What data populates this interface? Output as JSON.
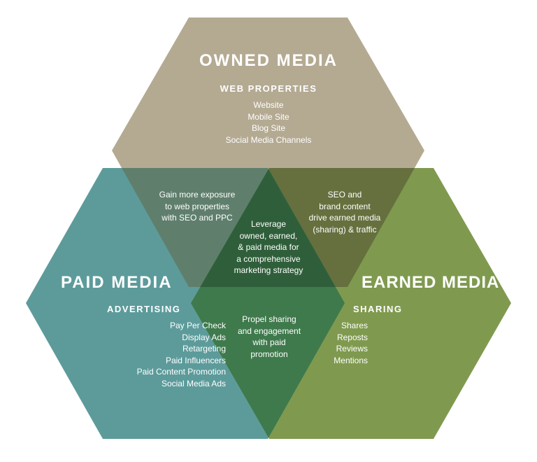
{
  "colors": {
    "owned": "#b4aa92",
    "paid": "#5d9b9b",
    "earned": "#7f9a4f",
    "owned_paid_overlap": "#5f7f6c",
    "owned_earned_overlap": "#65703e",
    "paid_earned_overlap": "#3f7a4c",
    "center_overlap": "#2f5f3a"
  },
  "owned": {
    "title": "OWNED MEDIA",
    "subtitle": "WEB PROPERTIES",
    "items": [
      "Website",
      "Mobile Site",
      "Blog Site",
      "Social Media Channels"
    ]
  },
  "paid": {
    "title": "PAID MEDIA",
    "subtitle": "ADVERTISING",
    "items": [
      "Pay Per Check",
      "Display Ads",
      "Retargeting",
      "Paid Influencers",
      "Paid Content Promotion",
      "Social Media Ads"
    ]
  },
  "earned": {
    "title": "EARNED MEDIA",
    "subtitle": "SHARING",
    "items": [
      "Shares",
      "Reposts",
      "Reviews",
      "Mentions"
    ]
  },
  "overlaps": {
    "owned_paid": [
      "Gain more exposure",
      "to web properties",
      "with SEO and PPC"
    ],
    "owned_earned": [
      "SEO and",
      "brand content",
      "drive earned media",
      "(sharing) & traffic"
    ],
    "paid_earned": [
      "Propel sharing",
      "and engagement",
      "with paid",
      "promotion"
    ],
    "center": [
      "Leverage",
      "owned, earned,",
      "& paid media for",
      "a comprehensive",
      "marketing strategy"
    ]
  }
}
